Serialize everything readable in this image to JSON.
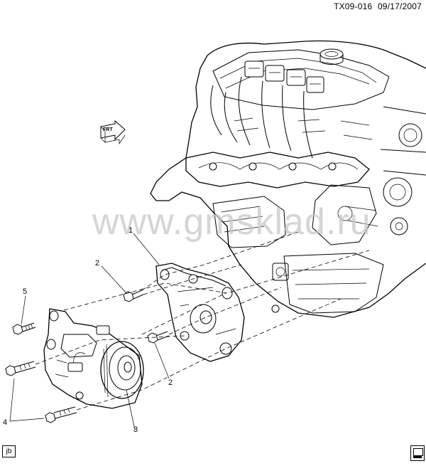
{
  "header": {
    "code": "TX09-016",
    "date": "09/17/2007"
  },
  "watermark": "www.gmsklad.ru",
  "forward_indicator": {
    "label": "FRT",
    "icon": "forward-arrow-icon"
  },
  "callouts": [
    {
      "id": "c1",
      "label": "1"
    },
    {
      "id": "c2a",
      "label": "2"
    },
    {
      "id": "c2b",
      "label": "2"
    },
    {
      "id": "c3",
      "label": "3"
    },
    {
      "id": "c4",
      "label": "4"
    },
    {
      "id": "c5",
      "label": "5"
    }
  ],
  "footer": {
    "left_tag": "jb",
    "right_icon": "book-icon"
  }
}
